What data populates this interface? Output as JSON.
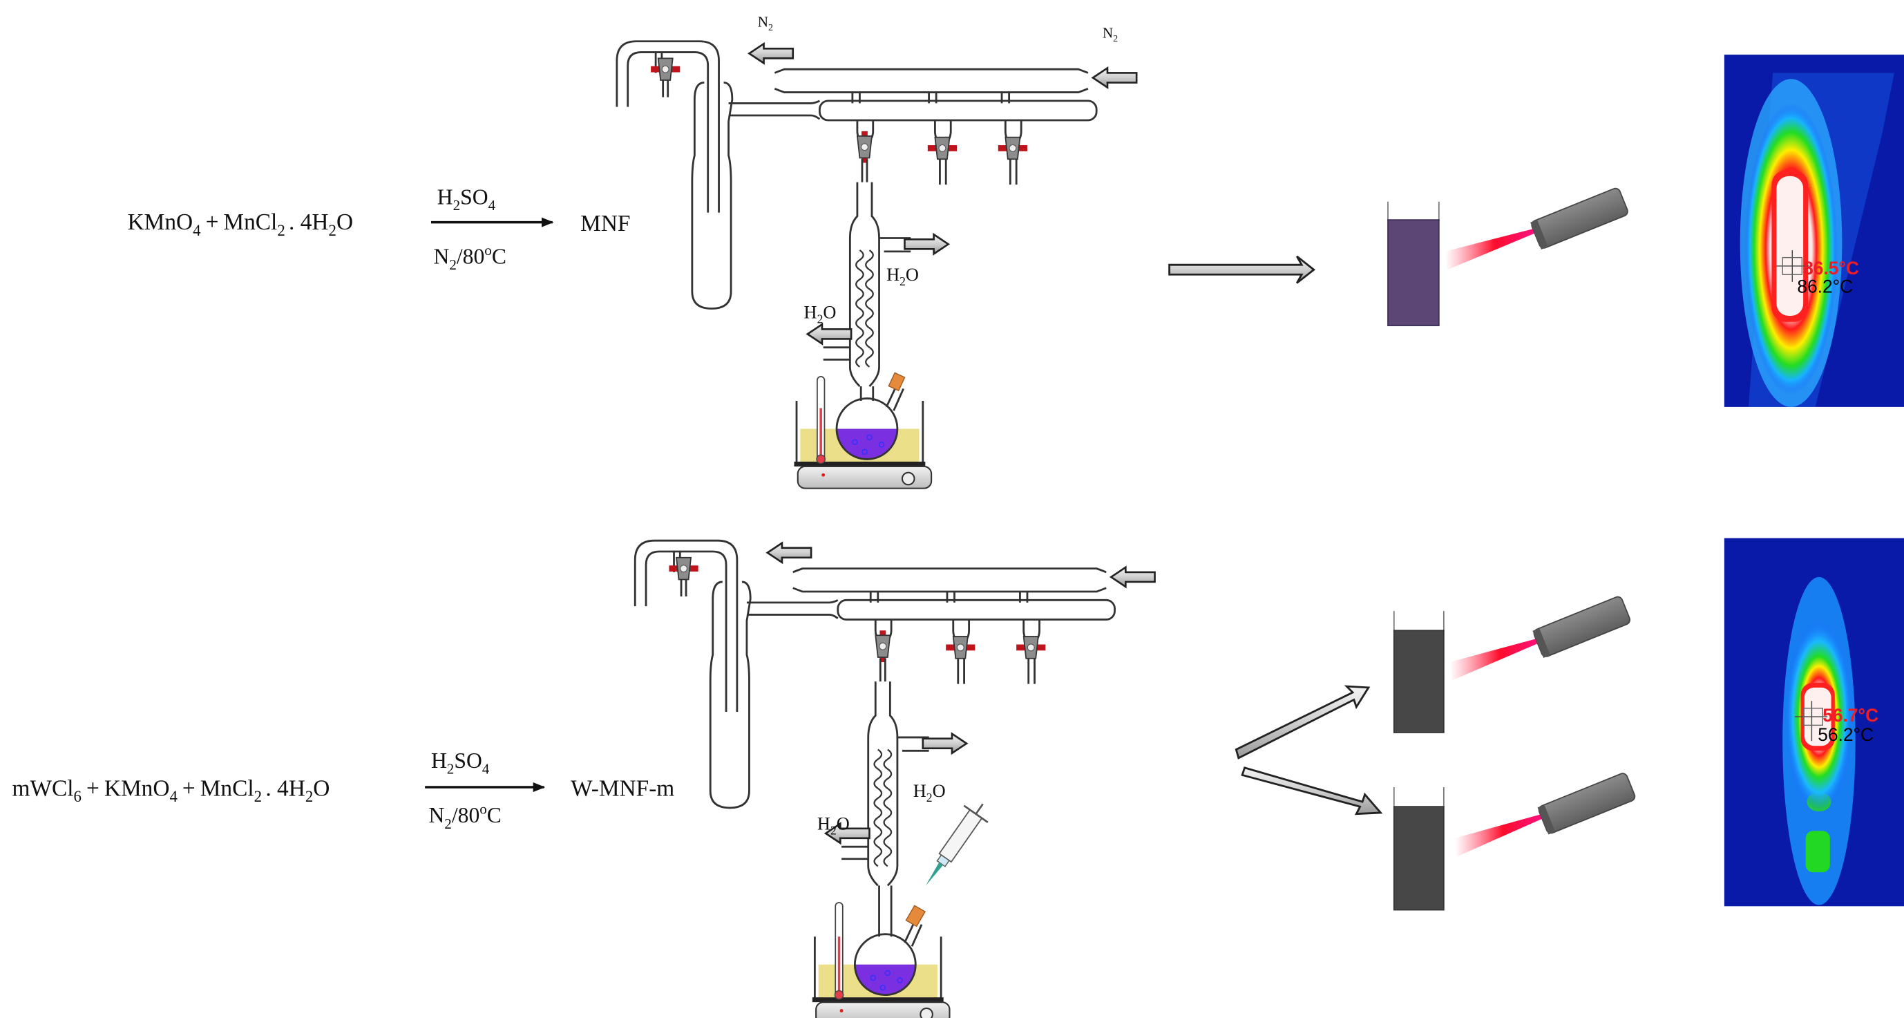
{
  "figure": {
    "type": "synthesis-scheme",
    "panels": [
      {
        "id": "top",
        "reaction": {
          "reactants": [
            {
              "base": "KMnO",
              "sub": "4"
            },
            {
              "text": " + "
            },
            {
              "base": "MnCl",
              "sub": "2"
            },
            {
              "text": " . 4H"
            },
            {
              "sub": "2"
            },
            {
              "text": "O"
            }
          ],
          "reactants_plain": "KMnO4 + MnCl2 . 4H2O",
          "reagent_above": {
            "pre": "H",
            "sub1": "2",
            "mid": "SO",
            "sub2": "4"
          },
          "reagent_above_plain": "H2SO4",
          "condition_below": {
            "pre": "N",
            "sub": "2",
            "post": "/80",
            "sup": "o",
            "tail": "C"
          },
          "condition_below_plain": "N2/80oC",
          "product": "MNF"
        },
        "apparatus": {
          "gas_labels": [
            "N2",
            "N2"
          ],
          "water_out_label": "H2O",
          "water_in_label": "H2O",
          "has_syringe": false
        },
        "beakers": [
          {
            "liquid_color": "#5b4675"
          }
        ],
        "thermal_image": {
          "max_temp": "86.5°C",
          "center_temp": "86.2°C",
          "max_temp_color": "#ee1c24",
          "center_temp_color": "#000000"
        }
      },
      {
        "id": "bottom",
        "reaction": {
          "reactants_plain": "mWCl6 + KMnO4 + MnCl2 . 4H2O",
          "reagent_above_plain": "H2SO4",
          "condition_below_plain": "N2/80oC",
          "product": "W-MNF-m"
        },
        "apparatus": {
          "gas_labels": [],
          "water_out_label": "H2O",
          "water_in_label": "H2O",
          "has_syringe": true
        },
        "beakers": [
          {
            "liquid_color": "#474747"
          },
          {
            "liquid_color": "#474747"
          }
        ],
        "thermal_image": {
          "max_temp": "56.7°C",
          "center_temp": "56.2°C",
          "max_temp_color": "#ee1c24",
          "center_temp_color": "#000000"
        }
      }
    ],
    "text": {
      "kmno": "KMnO",
      "mncl": "MnCl",
      "wcl": "mWCl",
      "plus": "+",
      "dot4h": ". 4H",
      "o": "O",
      "h": "H",
      "so": "SO",
      "n": "N",
      "c80": "/80",
      "sup_o": "o",
      "c": "C",
      "sub2": "2",
      "sub4": "4",
      "sub6": "6",
      "mnf": "MNF",
      "wmnf": "W-MNF-m"
    },
    "colors": {
      "reaction_liquid": "#7a2fe0",
      "bath_liquid": "#ebdf8a",
      "stopcock_handle": "#c0141c",
      "ir_beam": "#ff0030",
      "septum": "#e58a3a",
      "ir_thermometer_body": "#777777"
    }
  }
}
